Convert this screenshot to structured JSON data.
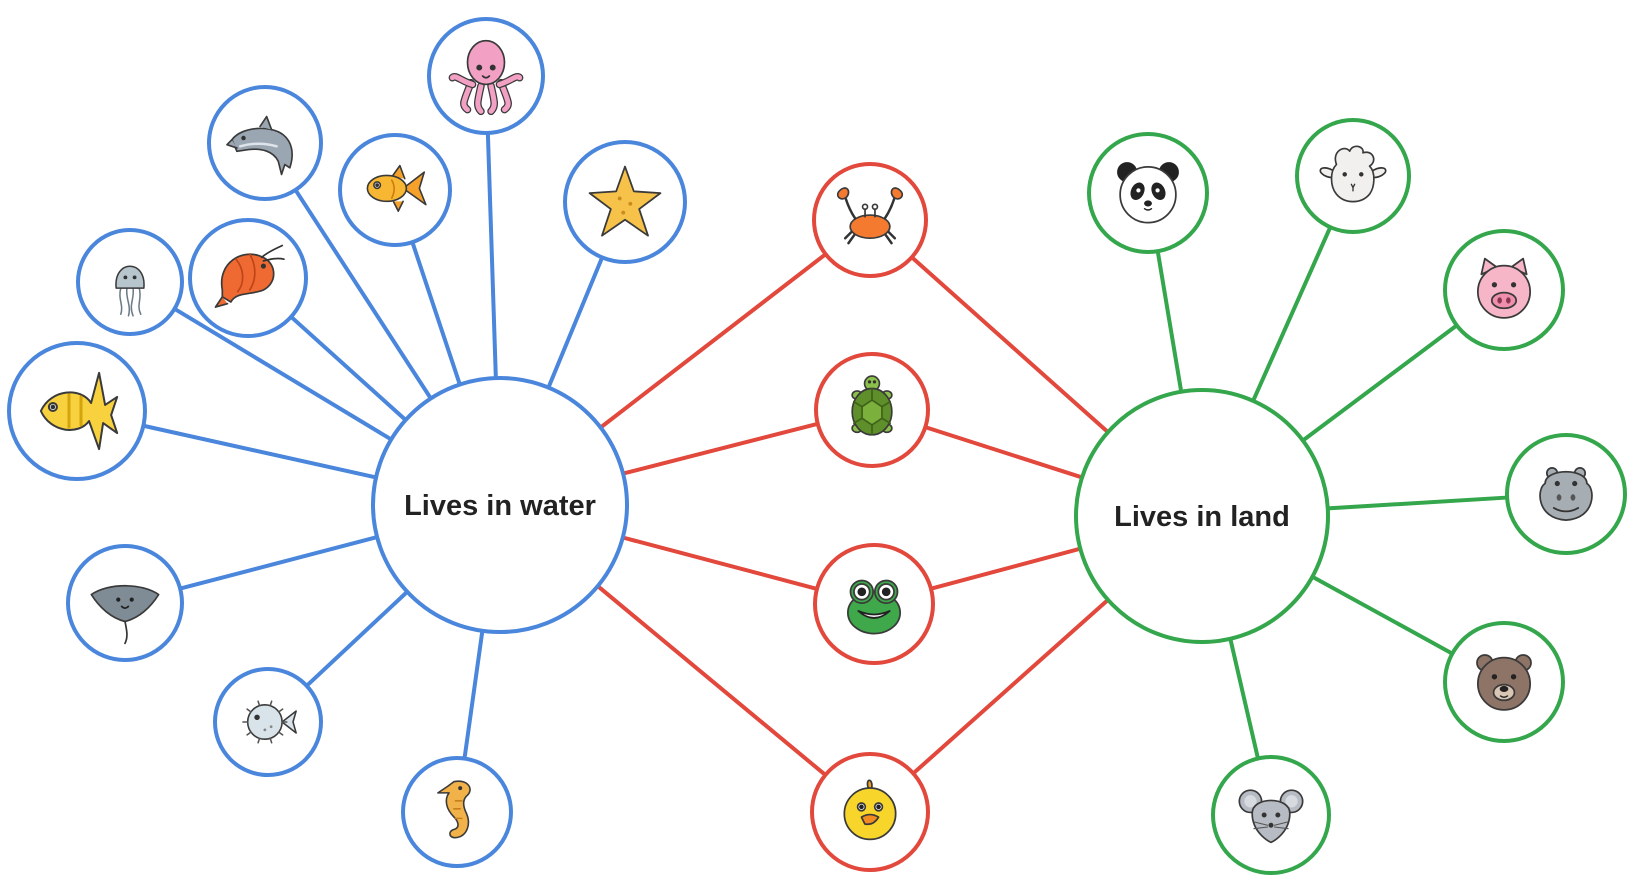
{
  "colors": {
    "water": "#4a86dc",
    "both": "#e2483c",
    "land": "#34a64c",
    "background": "#ffffff",
    "label": "#222222"
  },
  "hubs": {
    "water": {
      "label": "Lives in water"
    },
    "land": {
      "label": "Lives in land"
    }
  },
  "groups": {
    "water": [
      "octopus",
      "dolphin",
      "goldfish",
      "starfish",
      "jellyfish",
      "shrimp",
      "angelfish",
      "stingray",
      "pufferfish",
      "seahorse"
    ],
    "both": [
      "crab",
      "turtle",
      "frog",
      "duck"
    ],
    "land": [
      "panda",
      "sheep",
      "pig",
      "hippo",
      "bear",
      "mouse"
    ]
  }
}
